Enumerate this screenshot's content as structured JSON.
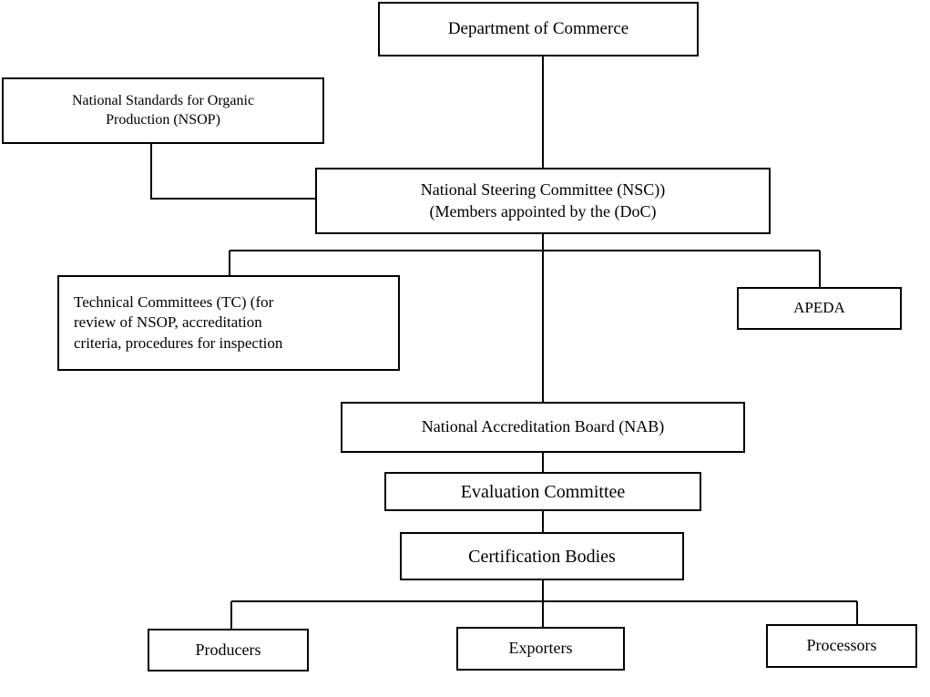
{
  "nodes": {
    "doc": "Department of Commerce",
    "nsop": "National Standards for Organic\nProduction (NSOP)",
    "nsc": "National Steering Committee (NSC))\n(Members appointed by the (DoC)",
    "tc": "Technical Committees (TC) (for\nreview of NSOP, accreditation\ncriteria, procedures for inspection",
    "apeda": "APEDA",
    "nab": "National Accreditation Board (NAB)",
    "evaluation": "Evaluation Committee",
    "cert_bodies": "Certification Bodies",
    "producers": "Producers",
    "exporters": "Exporters",
    "processors": "Processors"
  },
  "edges": [
    [
      "doc",
      "nsc"
    ],
    [
      "nsop",
      "nsc"
    ],
    [
      "nsc",
      "tc"
    ],
    [
      "nsc",
      "apeda"
    ],
    [
      "nsc",
      "nab"
    ],
    [
      "nab",
      "evaluation"
    ],
    [
      "evaluation",
      "cert_bodies"
    ],
    [
      "cert_bodies",
      "producers"
    ],
    [
      "cert_bodies",
      "exporters"
    ],
    [
      "cert_bodies",
      "processors"
    ]
  ]
}
